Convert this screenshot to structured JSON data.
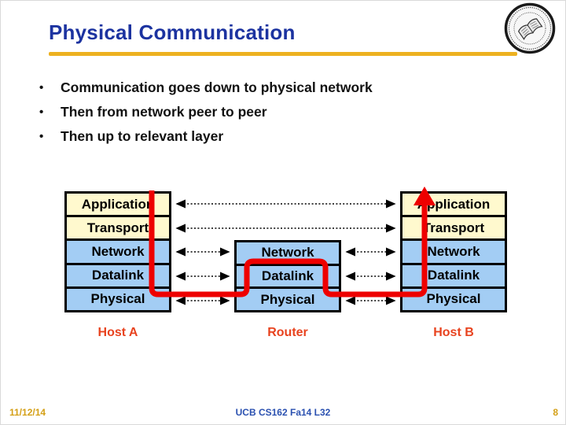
{
  "colors": {
    "title_blue": "#1C33A0",
    "rule_gold": "#EDB120",
    "bullet_text": "#111111",
    "upper_layer_fill": "#FFF9CE",
    "lower_layer_fill": "#A3CDF4",
    "stack_border": "#000000",
    "path_red": "#EE0000",
    "host_label": "#E8431F",
    "footer_gold": "#D4A017",
    "footer_blue": "#2B51B0"
  },
  "slide": {
    "title": "Physical Communication",
    "bullet_char": "•",
    "bullets": [
      "Communication goes down to physical network",
      "Then from network peer to peer",
      "Then up to relevant layer"
    ],
    "footer": {
      "date": "11/12/14",
      "course": "UCB CS162 Fa14 L32",
      "page": "8"
    },
    "logo_alt": "UC Berkeley seal"
  },
  "diagram": {
    "stacks": [
      {
        "name": "Host A",
        "layers": [
          "Application",
          "Transport",
          "Network",
          "Datalink",
          "Physical"
        ]
      },
      {
        "name": "Router",
        "layers": [
          "Network",
          "Datalink",
          "Physical"
        ]
      },
      {
        "name": "Host B",
        "layers": [
          "Application",
          "Transport",
          "Network",
          "Datalink",
          "Physical"
        ]
      }
    ]
  }
}
